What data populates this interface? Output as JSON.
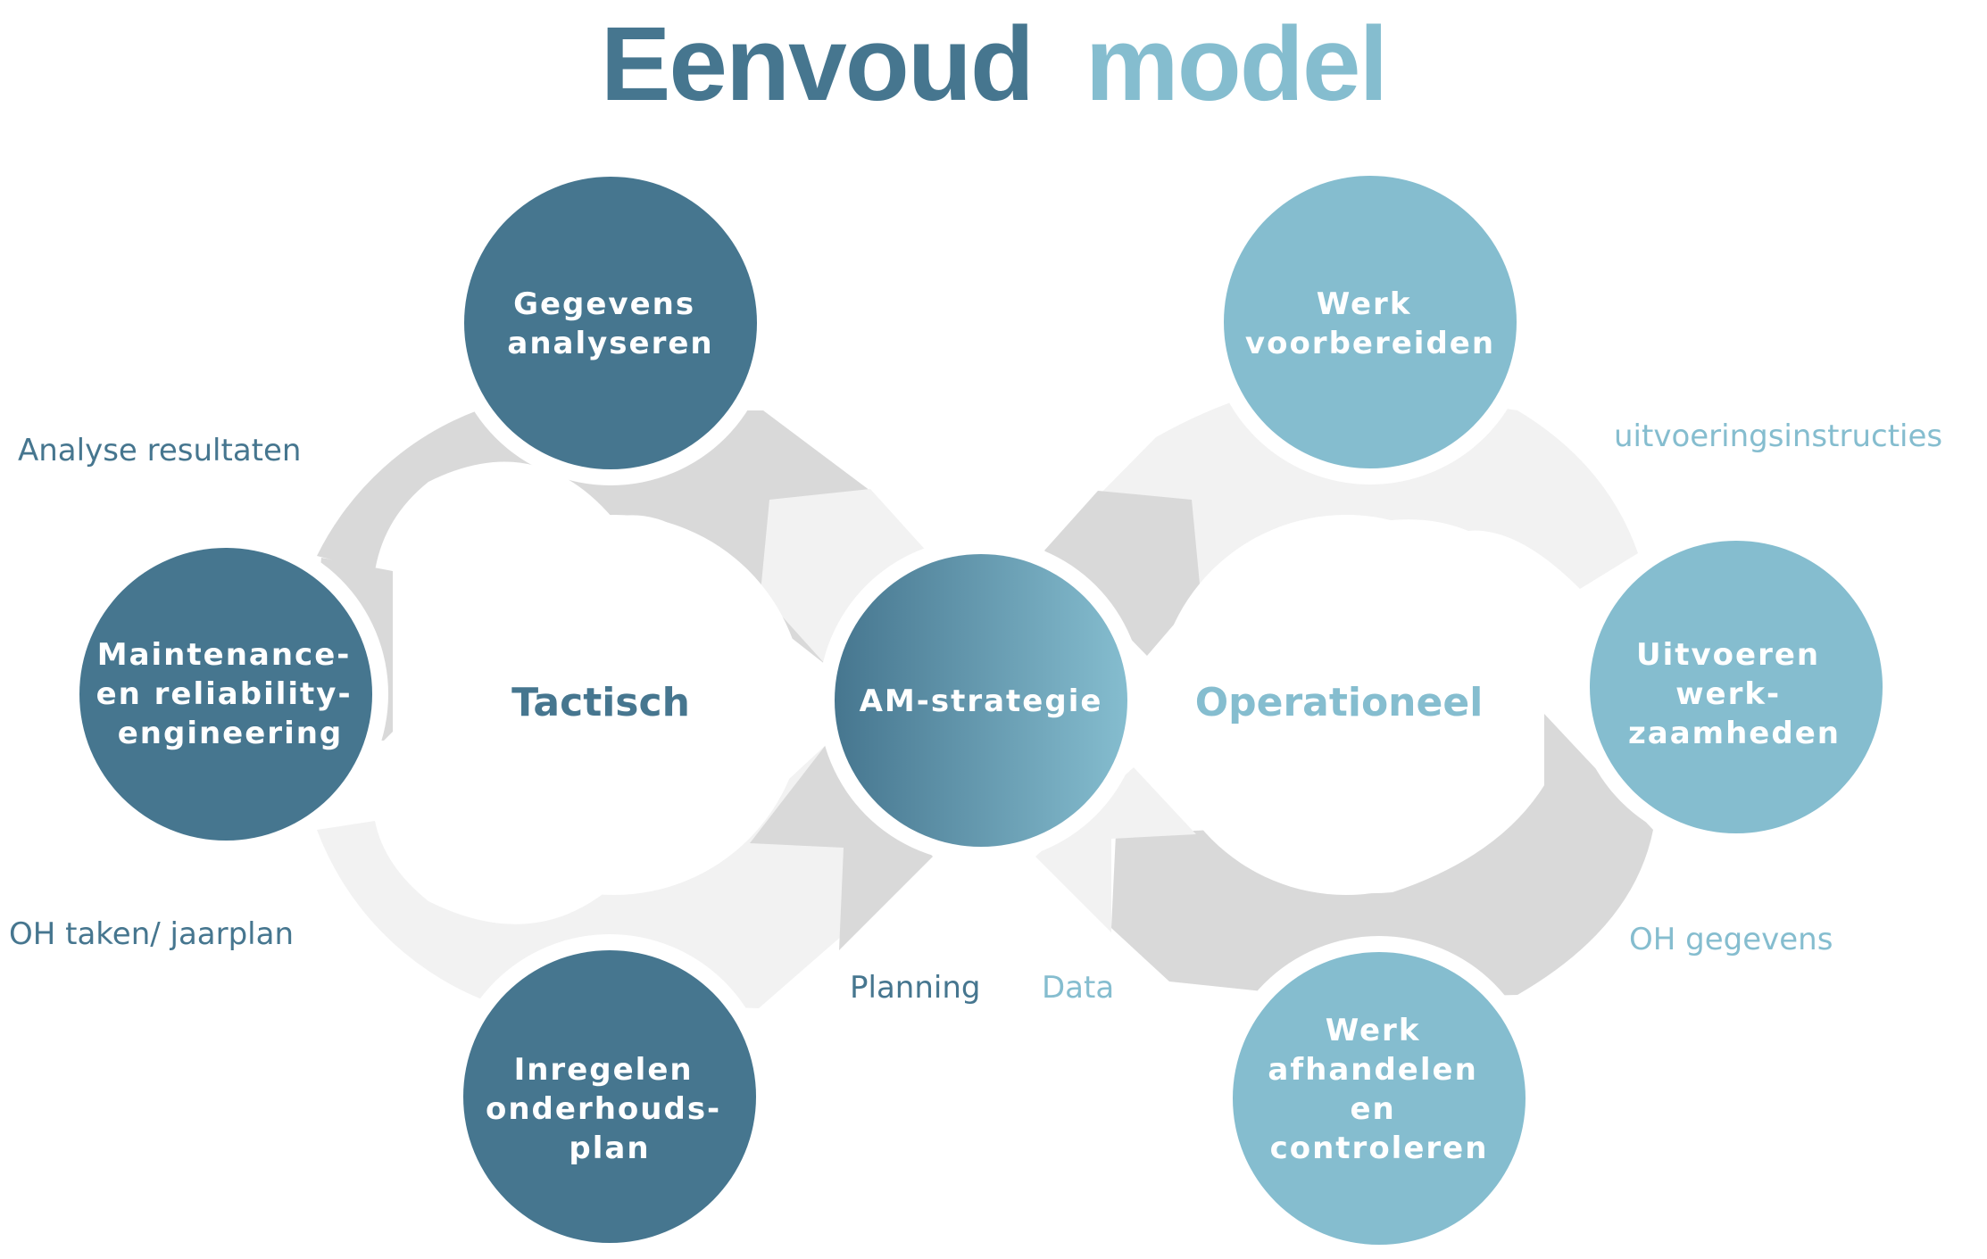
{
  "title": {
    "part1": "Eenvoud",
    "part2": "model"
  },
  "colors": {
    "dark": "#46768f",
    "light": "#85bdcf",
    "ring_dark_segment": "#d9d9d9",
    "ring_light_segment": "#f2f2f2"
  },
  "hub": {
    "label": "AM-strategie"
  },
  "tactical": {
    "label": "Tactisch",
    "nodes": [
      {
        "lines": [
          "Gegevens",
          "analyseren"
        ]
      },
      {
        "lines": [
          "Maintenance-",
          "en reliability-",
          "engineering"
        ]
      },
      {
        "lines": [
          "Inregelen",
          "onderhouds-",
          "plan"
        ]
      }
    ],
    "labels": {
      "analysis": "Analyse resultaten",
      "tasks": "OH taken/ jaarplan",
      "planning": "Planning"
    }
  },
  "operational": {
    "label": "Operationeel",
    "nodes": [
      {
        "lines": [
          "Werk",
          "voorbereiden"
        ]
      },
      {
        "lines": [
          "Uitvoeren",
          "werk-",
          "zaamheden"
        ]
      },
      {
        "lines": [
          "Werk",
          "afhandelen",
          "en",
          "controleren"
        ]
      }
    ],
    "labels": {
      "instructions": "uitvoeringsinstructies",
      "maintenance_data": "OH gegevens",
      "data": "Data"
    }
  }
}
